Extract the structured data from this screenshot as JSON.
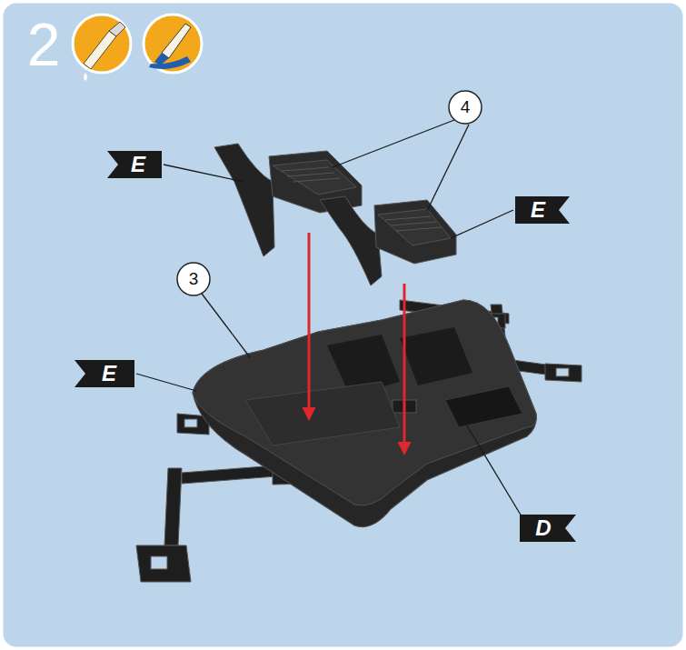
{
  "diagram": {
    "labels": [
      "2",
      "4",
      "E",
      "E",
      "3",
      "E",
      "D"
    ]
  }
}
